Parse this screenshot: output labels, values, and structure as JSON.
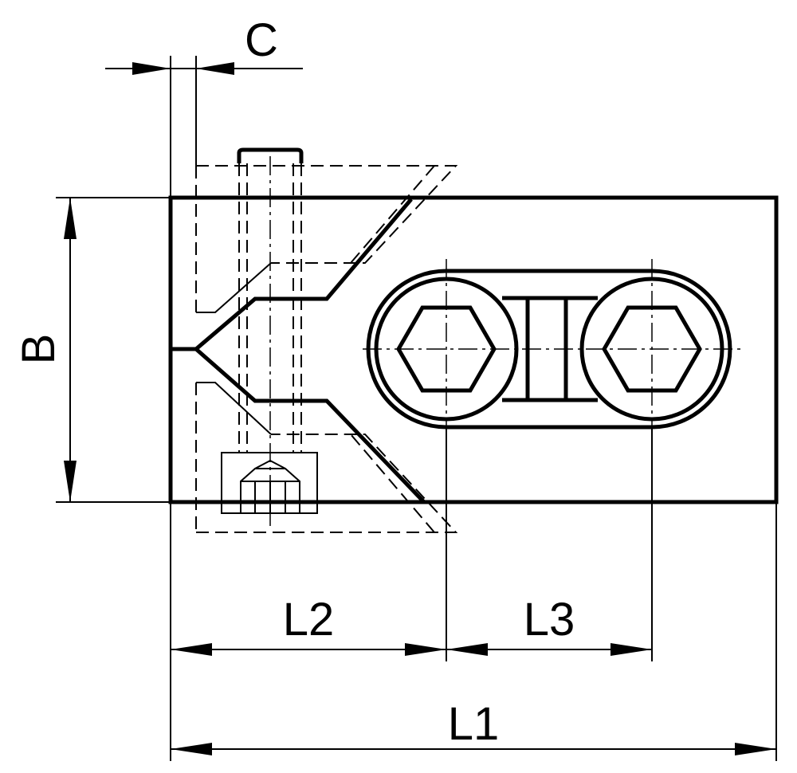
{
  "drawing": {
    "labels": {
      "c": "C",
      "b": "B",
      "l1": "L1",
      "l2": "L2",
      "l3": "L3"
    },
    "colors": {
      "line": "#000000",
      "background": "#ffffff"
    }
  }
}
